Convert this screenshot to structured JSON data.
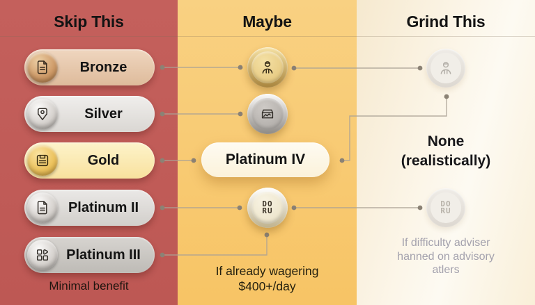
{
  "columns": {
    "skip": {
      "title": "Skip This",
      "footnote": "Minimal benefit",
      "items": [
        {
          "label": "Bronze",
          "icon": "file-icon"
        },
        {
          "label": "Silver",
          "icon": "tag-icon"
        },
        {
          "label": "Gold",
          "icon": "save-icon"
        },
        {
          "label": "Platinum II",
          "icon": "file-icon"
        },
        {
          "label": "Platinum III",
          "icon": "grid-icon"
        }
      ]
    },
    "maybe": {
      "title": "Maybe",
      "pill_label": "Platinum IV",
      "icons": [
        "person-icon",
        "open-box-icon",
        "doru-badge-icon"
      ],
      "footnote_line1": "If already wagering",
      "footnote_line2": "$400+/day"
    },
    "grind": {
      "title": "Grind This",
      "icons": [
        "person-icon",
        "doru-badge-icon"
      ],
      "main_line1": "None",
      "main_line2": "(realistically)",
      "footnote_line1": "If difficulty adviser",
      "footnote_line2": "hanned on advisory",
      "footnote_line3": "atlers"
    }
  },
  "doru": {
    "top": "DO",
    "bottom": "RU"
  },
  "colors": {
    "skip_column_bg": "#c05b58",
    "maybe_column_bg": "#f8c96d",
    "grind_column_bg": "#faf2e0",
    "bronze": "#cf9c6a",
    "silver": "#d6d2ce",
    "gold": "#ecc35f",
    "platinum": "#c9c6c2",
    "connector": "#aaa195",
    "muted_text": "#a3a1ad",
    "text": "#141414"
  }
}
